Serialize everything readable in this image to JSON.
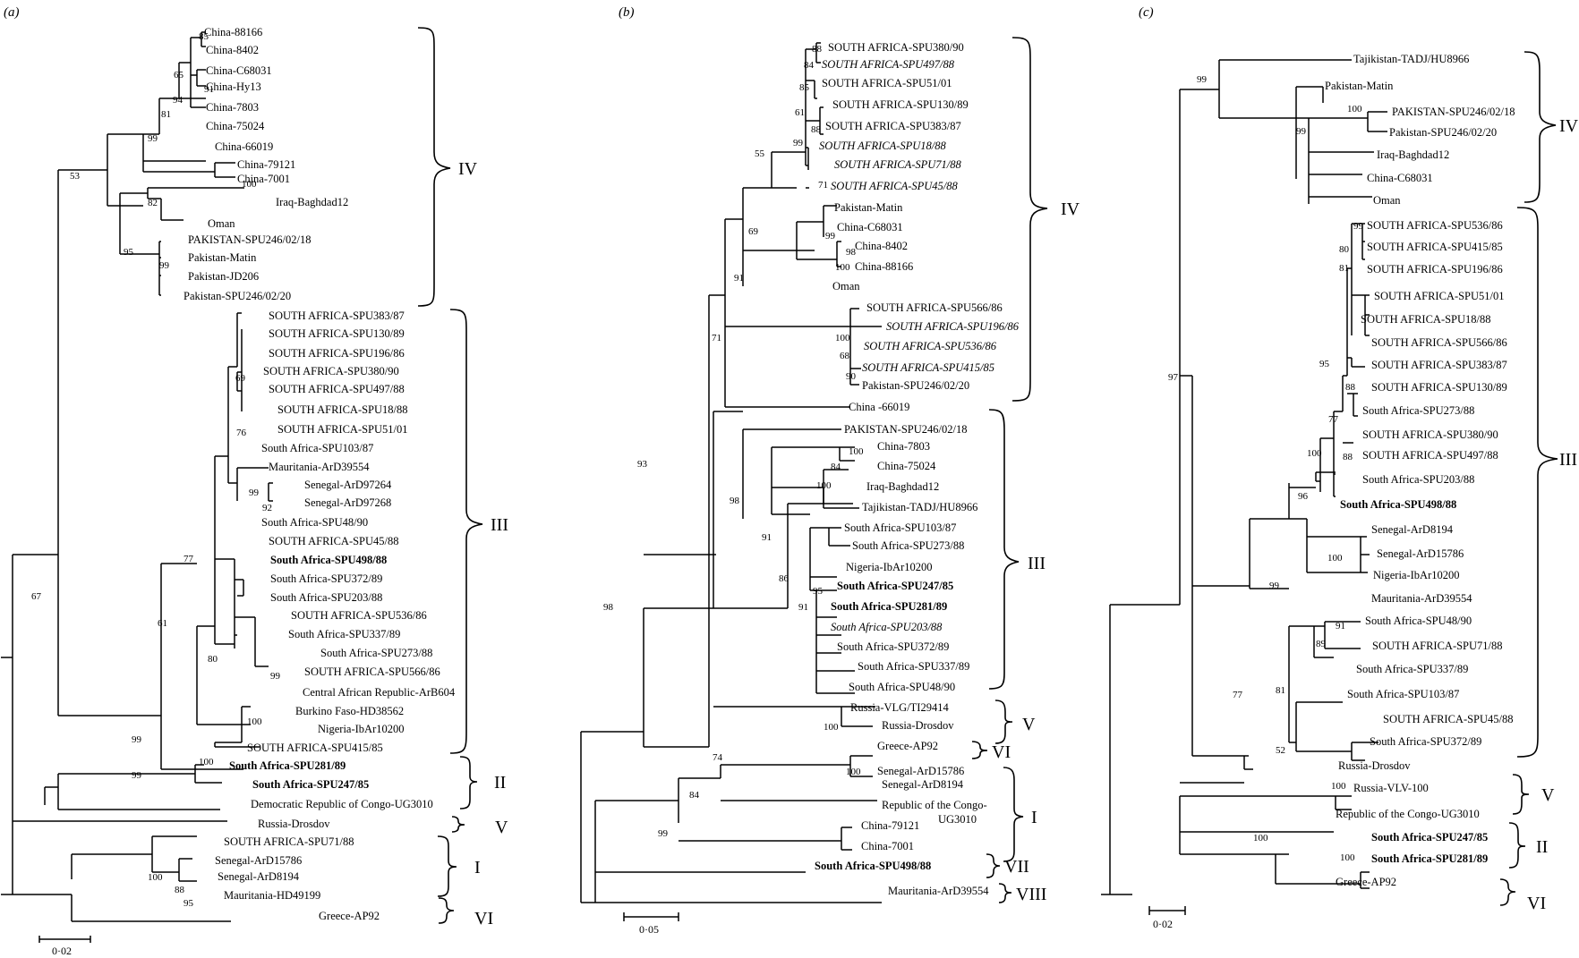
{
  "panels": [
    {
      "letter": "(a)",
      "scale": "0·02",
      "clades": [
        "IV",
        "III",
        "II",
        "V",
        "I",
        "VI"
      ],
      "tips": [
        "China-88166",
        "China-8402",
        "China-C68031",
        "China-Hy13",
        "China-7803",
        "China-75024",
        "China-66019",
        "China-79121",
        "China-7001",
        "Iraq-Baghdad12",
        "Oman",
        "PAKISTAN-SPU246/02/18",
        "Pakistan-Matin",
        "Pakistan-JD206",
        "Pakistan-SPU246/02/20",
        "SOUTH AFRICA-SPU383/87",
        "SOUTH AFRICA-SPU130/89",
        "SOUTH AFRICA-SPU196/86",
        "SOUTH AFRICA-SPU380/90",
        "SOUTH AFRICA-SPU497/88",
        "SOUTH AFRICA-SPU18/88",
        "SOUTH AFRICA-SPU51/01",
        "South Africa-SPU103/87",
        "Mauritania-ArD39554",
        "Senegal-ArD97264",
        "Senegal-ArD97268",
        "South Africa-SPU48/90",
        "SOUTH AFRICA-SPU45/88",
        "South Africa-SPU498/88",
        "South Africa-SPU372/89",
        "South Africa-SPU203/88",
        "SOUTH AFRICA-SPU536/86",
        "South Africa-SPU337/89",
        "South Africa-SPU273/88",
        "SOUTH AFRICA-SPU566/86",
        "Central African Republic-ArB604",
        "Burkino Faso-HD38562",
        "Nigeria-IbAr10200",
        "SOUTH AFRICA-SPU415/85",
        "South Africa-SPU281/89",
        "South Africa-SPU247/85",
        "Democratic Republic of Congo-UG3010",
        "Russia-Drosdov",
        "SOUTH AFRICA-SPU71/88",
        "Senegal-ArD15786",
        "Senegal-ArD8194",
        "Mauritania-HD49199",
        "Greece-AP92"
      ],
      "bootstrap": [
        "85",
        "65",
        "91",
        "94",
        "81",
        "99",
        "100",
        "53",
        "82",
        "95",
        "99",
        "69",
        "76",
        "99",
        "92",
        "77",
        "61",
        "80",
        "99",
        "100",
        "99",
        "67",
        "100",
        "99",
        "100",
        "88",
        "95"
      ]
    },
    {
      "letter": "(b)",
      "scale": "0·05",
      "clades": [
        "IV",
        "III",
        "V",
        "VI",
        "I",
        "VII",
        "VIII"
      ],
      "tips": [
        "SOUTH AFRICA-SPU380/90",
        "SOUTH AFRICA-SPU497/88",
        "SOUTH AFRICA-SPU51/01",
        "SOUTH AFRICA-SPU130/89",
        "SOUTH AFRICA-SPU383/87",
        "SOUTH AFRICA-SPU18/88",
        "SOUTH AFRICA-SPU71/88",
        "SOUTH AFRICA-SPU45/88",
        "Pakistan-Matin",
        "China-C68031",
        "China-8402",
        "China-88166",
        "Oman",
        "SOUTH AFRICA-SPU566/86",
        "SOUTH AFRICA-SPU196/86",
        "SOUTH AFRICA-SPU536/86",
        "SOUTH AFRICA-SPU415/85",
        "Pakistan-SPU246/02/20",
        "China -66019",
        "PAKISTAN-SPU246/02/18",
        "China-7803",
        "China-75024",
        "Iraq-Baghdad12",
        "Tajikistan-TADJ/HU8966",
        "South Africa-SPU103/87",
        "South Africa-SPU273/88",
        "Nigeria-IbAr10200",
        "South Africa-SPU247/85",
        "South Africa-SPU281/89",
        "South Africa-SPU203/88",
        "South Africa-SPU372/89",
        "South Africa-SPU337/89",
        "South Africa-SPU48/90",
        "Russia-VLG/TI29414",
        "Russia-Drosdov",
        "Greece-AP92",
        "Senegal-ArD15786",
        "Senegal-ArD8194",
        "Republic of the Congo-",
        "UG3010",
        "China-79121",
        "China-7001",
        "South Africa-SPU498/88",
        "Mauritania-ArD39554"
      ],
      "bootstrap": [
        "88",
        "84",
        "85",
        "61",
        "88",
        "99",
        "71",
        "55",
        "99",
        "98",
        "100",
        "69",
        "100",
        "68",
        "90",
        "91",
        "71",
        "100",
        "84",
        "100",
        "98",
        "91",
        "86",
        "95",
        "91",
        "93",
        "100",
        "98",
        "74",
        "84",
        "100",
        "99"
      ]
    },
    {
      "letter": "(c)",
      "scale": "0·02",
      "clades": [
        "IV",
        "III",
        "V",
        "II",
        "VI"
      ],
      "tips": [
        "Tajikistan-TADJ/HU8966",
        "Pakistan-Matin",
        "PAKISTAN-SPU246/02/18",
        "Pakistan-SPU246/02/20",
        "Iraq-Baghdad12",
        "China-C68031",
        "Oman",
        "SOUTH AFRICA-SPU536/86",
        "SOUTH AFRICA-SPU415/85",
        "SOUTH AFRICA-SPU196/86",
        "SOUTH AFRICA-SPU51/01",
        "SOUTH AFRICA-SPU18/88",
        "SOUTH AFRICA-SPU566/86",
        "SOUTH AFRICA-SPU383/87",
        "SOUTH AFRICA-SPU130/89",
        "South Africa-SPU273/88",
        "SOUTH AFRICA-SPU380/90",
        "SOUTH AFRICA-SPU497/88",
        "South Africa-SPU203/88",
        "South Africa-SPU498/88",
        "Senegal-ArD8194",
        "Senegal-ArD15786",
        "Nigeria-IbAr10200",
        "Mauritania-ArD39554",
        "South Africa-SPU48/90",
        "SOUTH AFRICA-SPU71/88",
        "South Africa-SPU337/89",
        "South Africa-SPU103/87",
        "SOUTH AFRICA-SPU45/88",
        "South Africa-SPU372/89",
        "Russia-Drosdov",
        "Russia-VLV-100",
        "Republic of the Congo-UG3010",
        "South Africa-SPU247/85",
        "South Africa-SPU281/89",
        "Greece-AP92"
      ],
      "bootstrap": [
        "99",
        "100",
        "99",
        "99",
        "80",
        "81",
        "95",
        "88",
        "77",
        "100",
        "88",
        "96",
        "100",
        "99",
        "91",
        "89",
        "81",
        "52",
        "97",
        "77",
        "100",
        "100",
        "100"
      ]
    }
  ]
}
